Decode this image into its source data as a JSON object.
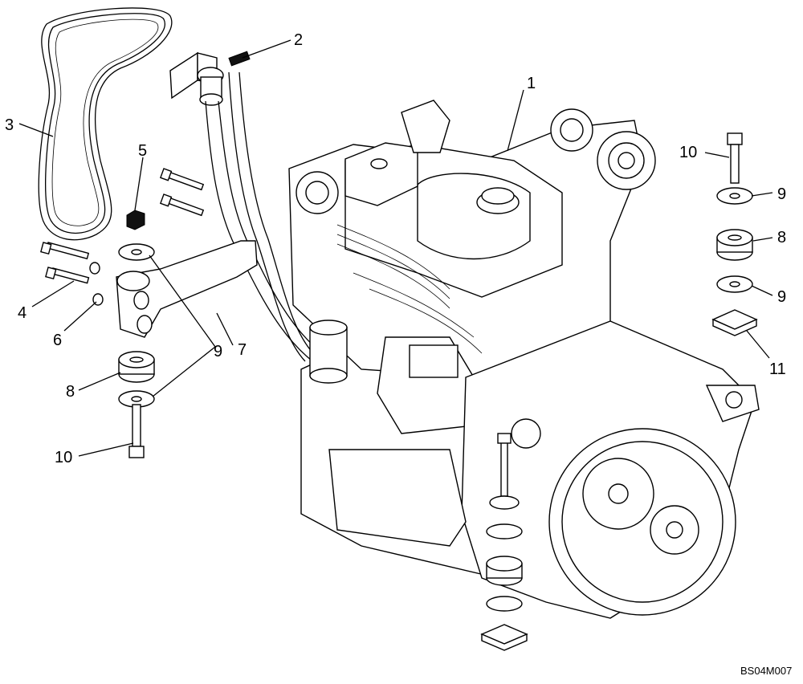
{
  "drawing_code": "BS04M007",
  "callouts": [
    "1",
    "2",
    "3",
    "4",
    "5",
    "6",
    "7",
    "8",
    "9",
    "10",
    "11"
  ],
  "callout_labels": {
    "c1": "1",
    "c2": "2",
    "c3": "3",
    "c4": "4",
    "c5": "5",
    "c6": "6",
    "c7": "7",
    "c8_left": "8",
    "c8_right": "8",
    "c9_left": "9",
    "c9_right_top": "9",
    "c9_right_bottom": "9",
    "c10_left": "10",
    "c10_right": "10",
    "c11": "11"
  }
}
